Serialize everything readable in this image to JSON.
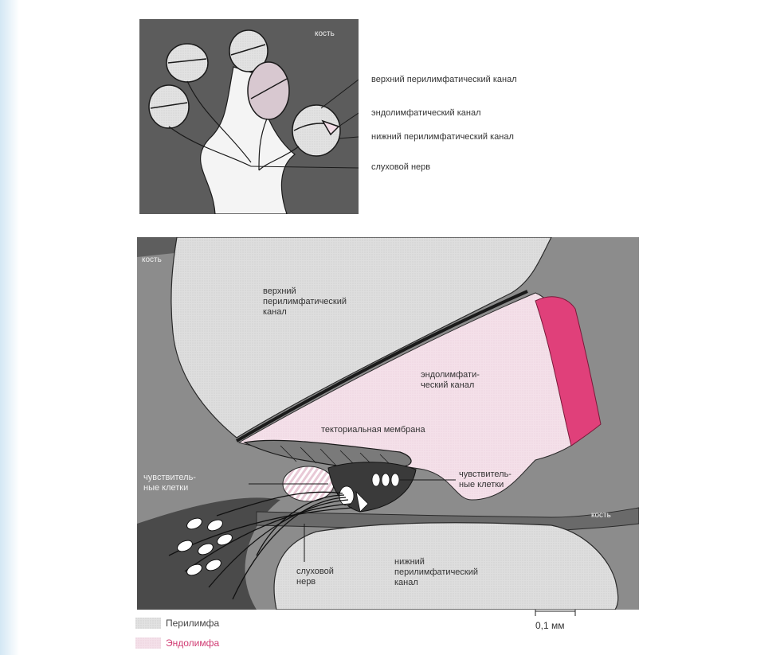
{
  "colors": {
    "bone": "#5c5c5c",
    "perilymph": "#dcdcdc",
    "endolymph": "#f3dde7",
    "stria": "#e0407a",
    "outline": "#1a1a1a"
  },
  "top_diagram": {
    "bone_label": "кость",
    "labels": {
      "upper_canal": "верхний перилимфатический канал",
      "endolymph_canal": "эндолимфатический канал",
      "lower_canal": "нижний перилимфатический канал",
      "nerve": "слуховой нерв"
    }
  },
  "main_diagram": {
    "bone_left": "кость",
    "bone_right": "кость",
    "upper_canal": "верхний\nперилимфатический\nканал",
    "endolymph_canal": "эндолимфати-\nческий канал",
    "tectorial_membrane": "текториальная мембрана",
    "sensory_cells_left": "чувствитель-\nные клетки",
    "sensory_cells_right": "чувствитель-\nные клетки",
    "nerve": "слуховой\nнерв",
    "lower_canal": "нижний\nперилимфатический\nканал"
  },
  "legend": {
    "perilymph": "Перилимфа",
    "endolymph": "Эндолимфа"
  },
  "scale_bar": "0,1 мм"
}
